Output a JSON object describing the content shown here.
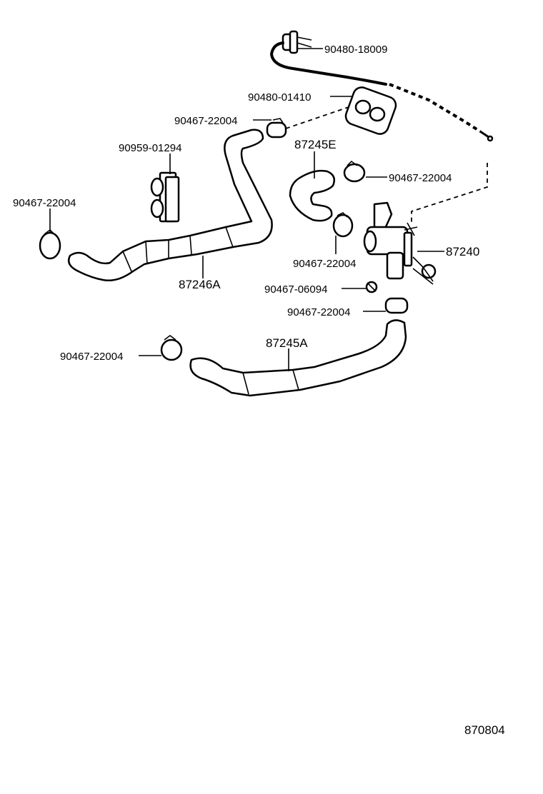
{
  "diagram_id": "870804",
  "labels": {
    "p90480_18009": "90480-18009",
    "p90480_01410": "90480-01410",
    "clamp_top": "90467-22004",
    "p90959_01294": "90959-01294",
    "p87245E": "87245E",
    "clamp_right": "90467-22004",
    "clamp_left": "90467-22004",
    "p87240": "87240",
    "clamp_mid": "90467-22004",
    "p87246A": "87246A",
    "p90467_06094": "90467-06094",
    "clamp_lower": "90467-22004",
    "p87245A": "87245A",
    "clamp_bottom": "90467-22004"
  }
}
